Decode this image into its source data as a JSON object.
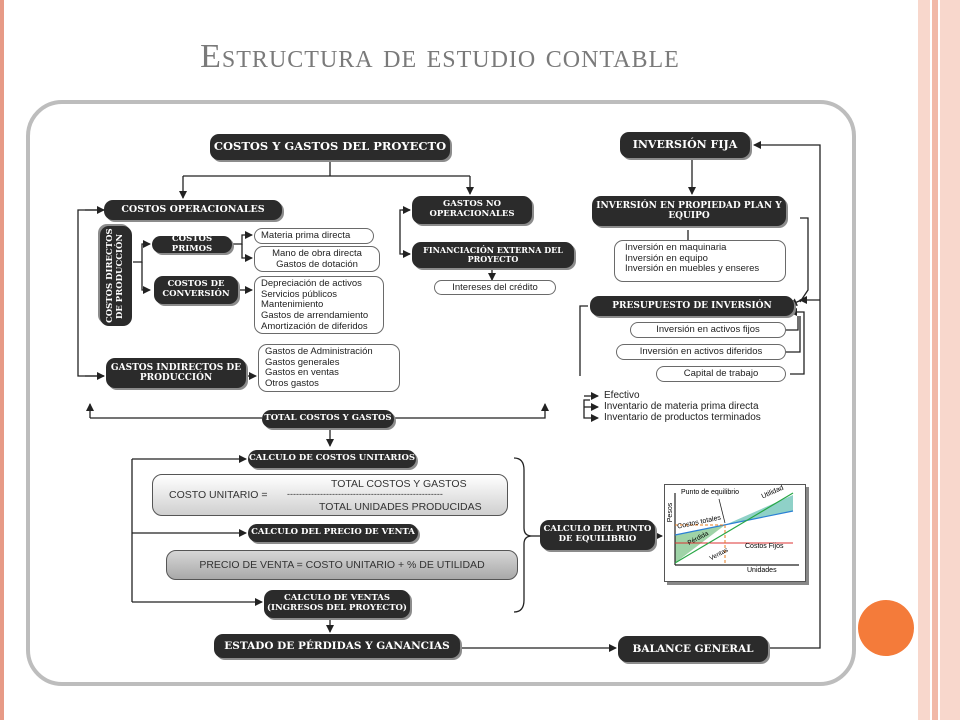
{
  "title": "Estructura de estudio contable",
  "colors": {
    "accent_orange": "#f47b3a",
    "node_fill": "#2b2b2b",
    "stripe_pink": "#e79a86"
  },
  "nodes": {
    "costos_gastos": "COSTOS Y GASTOS DEL PROYECTO",
    "costos_operacionales": "COSTOS OPERACIONALES",
    "costos_directos": "COSTOS DIRECTOS DE PRODUCCIÓN",
    "costos_primos": "COSTOS PRIMOS",
    "costos_conversion": "COSTOS DE CONVERSIÓN",
    "gastos_indirectos": "GASTOS INDIRECTOS DE PRODUCCIÓN",
    "gastos_no_operacionales": "GASTOS NO OPERACIONALES",
    "financiacion_externa": "FINANCIACIÓN EXTERNA DEL PROYECTO",
    "inversion_fija": "INVERSIÓN FIJA",
    "inversion_propiedad": "INVERSIÓN EN PROPIEDAD PLAN Y EQUIPO",
    "presupuesto_inversion": "PRESUPUESTO DE INVERSIÓN",
    "total_costos": "TOTAL COSTOS Y GASTOS",
    "calculo_costos_unitarios": "CALCULO DE COSTOS UNITARIOS",
    "calculo_precio_venta": "CALCULO DEL PRECIO DE VENTA",
    "calculo_ventas": "CALCULO DE VENTAS (INGRESOS DEL PROYECTO)",
    "calculo_punto_equilibrio": "CALCULO DEL PUNTO DE EQUILIBRIO",
    "estado_perdidas": "ESTADO DE PÉRDIDAS Y GANANCIAS",
    "balance_general": "BALANCE GENERAL"
  },
  "boxes": {
    "materia_prima": "Materia prima directa",
    "mano_obra": [
      "Mano de obra directa",
      "Gastos de dotación"
    ],
    "conversion_items": [
      "Depreciación de activos",
      "Servicios públicos",
      "Mantenimiento",
      "Gastos de arrendamiento",
      "Amortización de diferidos"
    ],
    "indirectos_items": [
      "Gastos de Administración",
      "Gastos generales",
      "Gastos en ventas",
      "Otros gastos"
    ],
    "intereses": "Intereses del crédito",
    "inversion_items": [
      "Inversión en maquinaria",
      "Inversión en equipo",
      "Inversión en muebles y enseres"
    ],
    "activos_fijos": "Inversión en activos fijos",
    "activos_diferidos": "Inversión en activos diferidos",
    "capital_trabajo": "Capital de trabajo",
    "capital_items": [
      "Efectivo",
      "Inventario de materia prima directa",
      "Inventario de productos terminados"
    ]
  },
  "formulas": {
    "costo_label": "COSTO UNITARIO =",
    "costo_numerator": "TOTAL COSTOS Y GASTOS",
    "costo_line": "----------------------------------------------------",
    "costo_denominator": "TOTAL UNIDADES PRODUCIDAS",
    "precio": "PRECIO DE VENTA = COSTO UNITARIO + % DE UTILIDAD"
  },
  "breakeven_chart": {
    "punto": "Punto de equilibrio",
    "utilidad": "Utilidad",
    "pesos": "Pesos",
    "costos_totales": "Costos totales",
    "perdida": "Pérdida",
    "ventas": "Ventas",
    "costos_fijos": "Costos Fijos",
    "unidades": "Unidades"
  }
}
